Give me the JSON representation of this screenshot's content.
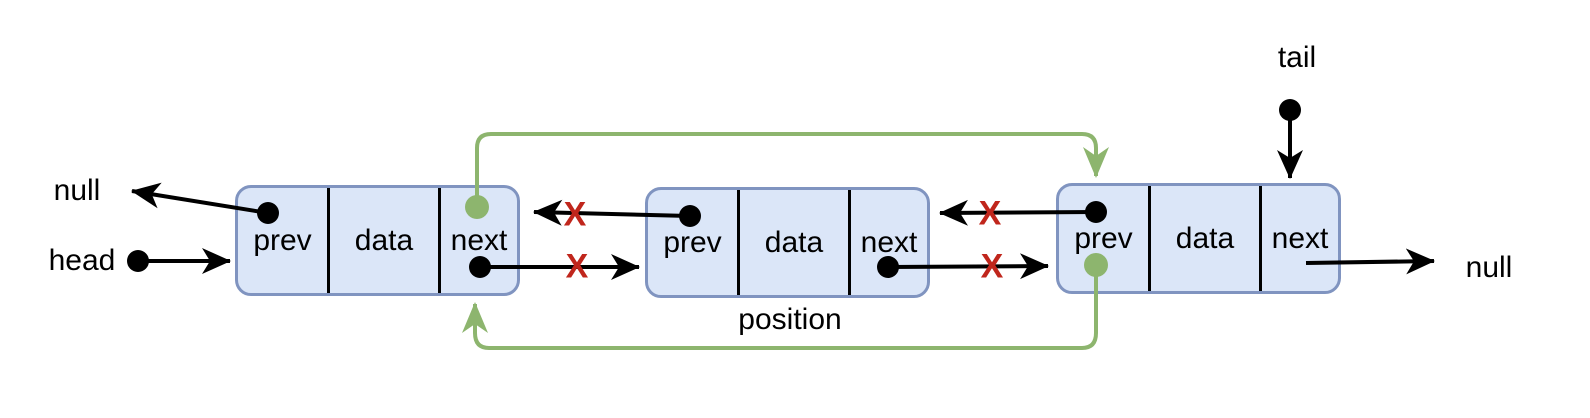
{
  "canvas": {
    "background": "#ffffff"
  },
  "palette": {
    "node_fill": "#dbe6f8",
    "node_border": "#8094c0",
    "cell_divider": "#000000",
    "pointer_color": "#000000",
    "new_link_color": "#8db56e",
    "removed_mark_color": "#c0261c",
    "text_color": "#000000"
  },
  "labels": {
    "head": "head",
    "tail": "tail",
    "position": "position",
    "prev_null": "null",
    "next_null": "null"
  },
  "nodes": [
    {
      "name": "first-node",
      "cells": [
        "prev",
        "data",
        "next"
      ]
    },
    {
      "name": "position-node",
      "cells": [
        "prev",
        "data",
        "next"
      ]
    },
    {
      "name": "last-node",
      "cells": [
        "prev",
        "data",
        "next"
      ]
    }
  ],
  "removed_mark": {
    "glyph": "X"
  },
  "pointers": [
    {
      "from": "head",
      "to": "first-node.prev",
      "status": "existing",
      "color": "black"
    },
    {
      "from": "first-node.prev",
      "to": "null",
      "status": "existing",
      "color": "black"
    },
    {
      "from": "first-node.next",
      "to": "position-node",
      "status": "removed",
      "color": "black"
    },
    {
      "from": "position-node.prev",
      "to": "first-node",
      "status": "removed",
      "color": "black"
    },
    {
      "from": "position-node.next",
      "to": "last-node",
      "status": "removed",
      "color": "black"
    },
    {
      "from": "last-node.prev",
      "to": "position-node",
      "status": "removed",
      "color": "black"
    },
    {
      "from": "first-node.next",
      "to": "last-node.prev",
      "status": "new",
      "color": "green"
    },
    {
      "from": "last-node.prev",
      "to": "first-node.next",
      "status": "new",
      "color": "green"
    },
    {
      "from": "tail",
      "to": "last-node.next",
      "status": "existing",
      "color": "black"
    },
    {
      "from": "last-node.next",
      "to": "null",
      "status": "existing",
      "color": "black"
    }
  ]
}
